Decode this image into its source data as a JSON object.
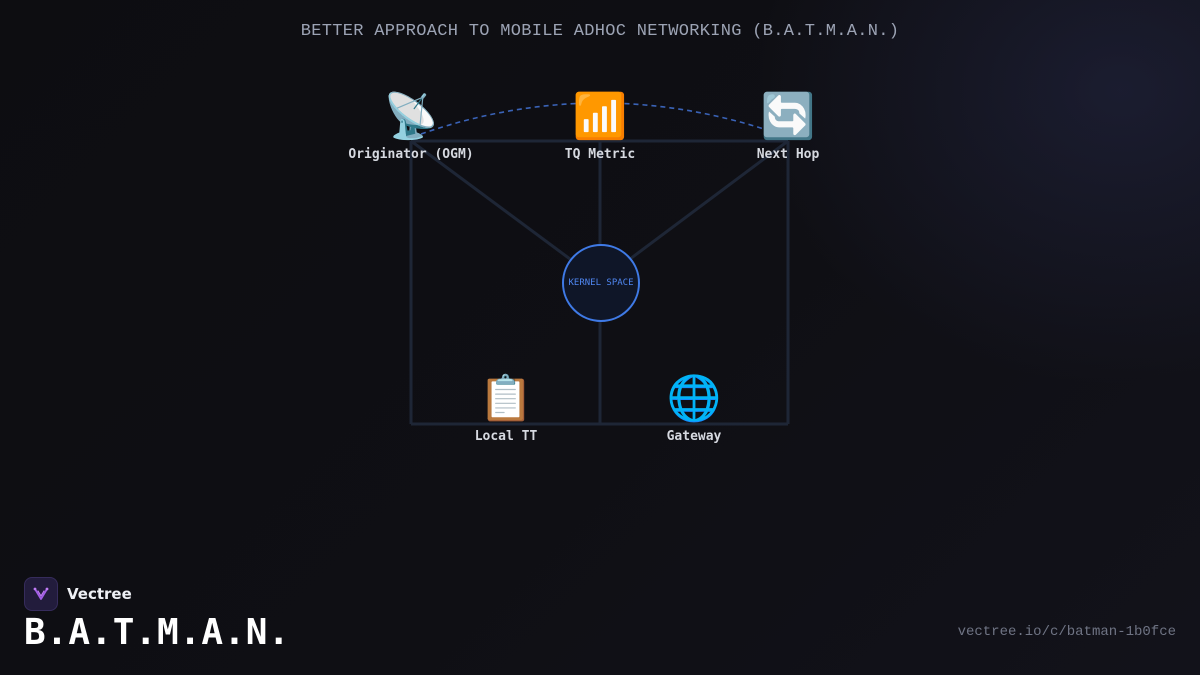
{
  "header": {
    "title": "BETTER APPROACH TO MOBILE ADHOC NETWORKING (B.A.T.M.A.N.)"
  },
  "diagram": {
    "hub": {
      "label": "KERNEL SPACE"
    },
    "nodes": [
      {
        "id": "originator",
        "icon": "📡",
        "icon_name": "satellite-antenna-icon",
        "label": "Originator (OGM)"
      },
      {
        "id": "tq",
        "icon": "📶",
        "icon_name": "signal-bars-icon",
        "label": "TQ Metric"
      },
      {
        "id": "nexthop",
        "icon": "🔄",
        "icon_name": "refresh-arrows-icon",
        "label": "Next Hop"
      },
      {
        "id": "localtt",
        "icon": "📋",
        "icon_name": "clipboard-icon",
        "label": "Local TT"
      },
      {
        "id": "gateway",
        "icon": "🌐",
        "icon_name": "globe-icon",
        "label": "Gateway"
      }
    ],
    "colors": {
      "edge": "#1e2636",
      "hub_border": "#3f7ae6",
      "arc": "#3a63b8"
    }
  },
  "footer": {
    "brand": "Vectree",
    "title": "B.A.T.M.A.N.",
    "url": "vectree.io/c/batman-1b0fce"
  }
}
